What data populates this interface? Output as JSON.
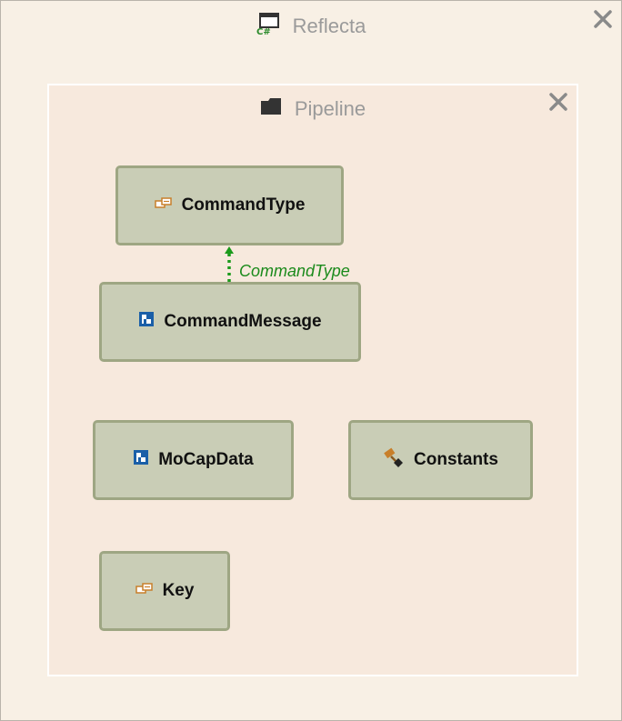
{
  "window": {
    "title": "Reflecta",
    "icon": "csharp-file-icon",
    "close_icon": "close-icon"
  },
  "group": {
    "title": "Pipeline",
    "icon": "folder-icon",
    "close_icon": "close-icon"
  },
  "nodes": [
    {
      "id": "commandtype",
      "label": "CommandType",
      "icon": "enum-icon"
    },
    {
      "id": "commandmessage",
      "label": "CommandMessage",
      "icon": "struct-icon"
    },
    {
      "id": "mocapdata",
      "label": "MoCapData",
      "icon": "struct-icon"
    },
    {
      "id": "constants",
      "label": "Constants",
      "icon": "static-class-icon"
    },
    {
      "id": "key",
      "label": "Key",
      "icon": "enum-icon"
    }
  ],
  "edges": [
    {
      "from": "CommandMessage",
      "to": "CommandType",
      "label": "CommandType",
      "style": "dotted-arrow",
      "color": "#1b9a1b"
    }
  ],
  "colors": {
    "node_fill": "#c9cdb6",
    "node_border": "#9ea683",
    "edge": "#1b9a1b",
    "title_text": "#9a9a9a"
  }
}
